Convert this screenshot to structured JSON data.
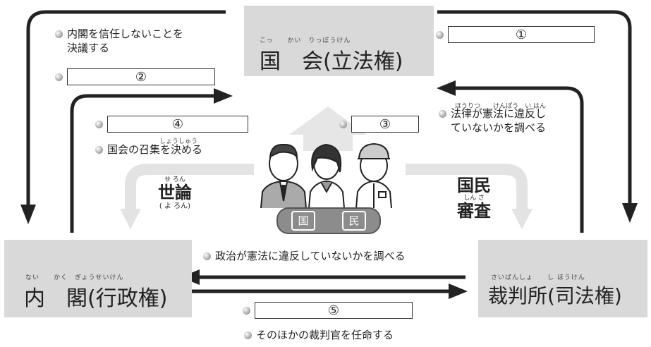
{
  "boxes": {
    "kokkai": {
      "ruby": "こっ　　かい　りっぽうけん",
      "main": "国　会(立法権)"
    },
    "naikaku": {
      "ruby": "ない　　かく　ぎょうせいけん",
      "main": "内　閣(行政権)"
    },
    "saibansho": {
      "ruby": "さいばんしょ　　し ほうけん",
      "main": "裁判所(司法権)"
    }
  },
  "labels": {
    "no_confidence_line1": "内閣を信任しないことを",
    "no_confidence_line2": "決議する",
    "convene": "国会の召集を決める",
    "convene_ruby": "しょうしゅう",
    "law_review_line1": "法律が憲法に違反し",
    "law_review_line2": "ていないかを調べる",
    "law_review_ruby": "ほうりつ　　けんぽう　い はん",
    "politics_review": "政治が憲法に違反していないかを調べる",
    "appoint_judges": "そのほかの裁判官を任命する"
  },
  "blanks": [
    "①",
    "②",
    "③",
    "④",
    "⑤"
  ],
  "yoron": {
    "ruby": "せ ろん",
    "main": "世論",
    "reading": "( よ ろん)"
  },
  "kokumin_shinsa": {
    "line1": "国民",
    "ruby": "しん さ",
    "line2": "審査"
  },
  "people": {
    "pill_char1": "国",
    "pill_char2": "民"
  },
  "colors": {
    "box": "#d9d9d9",
    "arrow": "#222222",
    "grey_arrow": "#e0e0e0"
  }
}
